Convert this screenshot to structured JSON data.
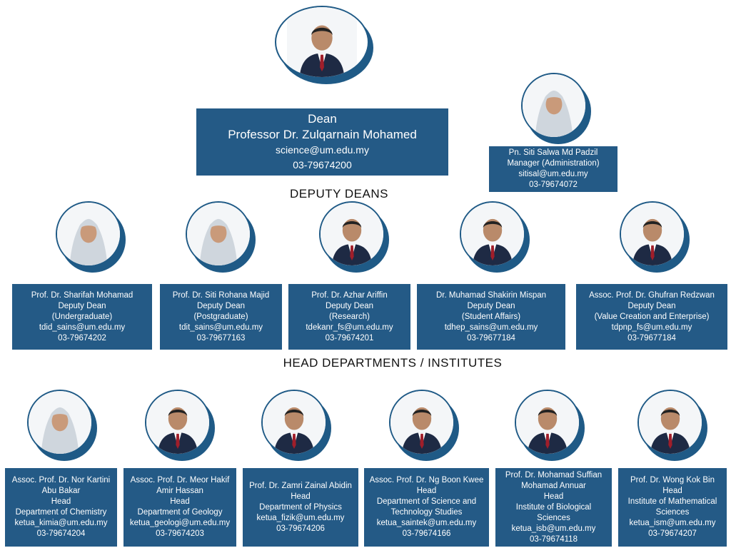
{
  "dean": {
    "title": "Dean",
    "name": "Professor Dr. Zulqarnain Mohamed",
    "email": "science@um.edu.my",
    "phone": "03-79674200"
  },
  "manager": {
    "name": "Pn. Siti Salwa Md Padzil",
    "role": "Manager (Administration)",
    "email": "sitisal@um.edu.my",
    "phone": "03-79674072"
  },
  "headings": {
    "deputy_deans": "DEPUTY DEANS",
    "heads": "HEAD DEPARTMENTS / INSTITUTES"
  },
  "deputy_deans": [
    {
      "name": "Prof. Dr. Sharifah Mohamad",
      "role": "Deputy Dean",
      "portfolio": "(Undergraduate)",
      "email": "tdid_sains@um.edu.my",
      "phone": "03-79674202"
    },
    {
      "name": "Prof. Dr. Siti Rohana Majid",
      "role": "Deputy Dean",
      "portfolio": "(Postgraduate)",
      "email": "tdit_sains@um.edu.my",
      "phone": "03-79677163"
    },
    {
      "name": "Prof. Dr. Azhar Ariffin",
      "role": "Deputy Dean",
      "portfolio": "(Research)",
      "email": "tdekanr_fs@um.edu.my",
      "phone": "03-79674201"
    },
    {
      "name": "Dr. Muhamad Shakirin Mispan",
      "role": "Deputy Dean",
      "portfolio": "(Student Affairs)",
      "email": "tdhep_sains@um.edu.my",
      "phone": "03-79677184"
    },
    {
      "name": "Assoc. Prof. Dr. Ghufran Redzwan",
      "role": "Deputy Dean",
      "portfolio": "(Value Creation and Enterprise)",
      "email": "tdpnp_fs@um.edu.my",
      "phone": "03-79677184"
    }
  ],
  "heads": [
    {
      "name": "Assoc. Prof. Dr. Nor Kartini",
      "name2": "Abu Bakar",
      "role": "Head",
      "unit": "Department of Chemistry",
      "unit2": "",
      "email": "ketua_kimia@um.edu.my",
      "phone": "03-79674204"
    },
    {
      "name": "Assoc. Prof. Dr. Meor Hakif",
      "name2": "Amir Hassan",
      "role": "Head",
      "unit": "Department of Geology",
      "unit2": "",
      "email": "ketua_geologi@um.edu.my",
      "phone": "03-79674203"
    },
    {
      "name": "Prof. Dr. Zamri Zainal Abidin",
      "name2": "",
      "role": "Head",
      "unit": "Department of Physics",
      "unit2": "",
      "email": "ketua_fizik@um.edu.my",
      "phone": "03-79674206"
    },
    {
      "name": "Assoc. Prof. Dr. Ng Boon Kwee",
      "name2": "",
      "role": "Head",
      "unit": "Department of Science and",
      "unit2": "Technology Studies",
      "email": "ketua_saintek@um.edu.my",
      "phone": "03-79674166"
    },
    {
      "name": "Prof. Dr. Mohamad Suffian",
      "name2": "Mohamad Annuar",
      "role": "Head",
      "unit": "Institute of Biological",
      "unit2": "Sciences",
      "email": "ketua_isb@um.edu.my",
      "phone": "03-79674118"
    },
    {
      "name": "Prof. Dr. Wong Kok Bin",
      "name2": "",
      "role": "Head",
      "unit": "Institute of Mathematical",
      "unit2": "Sciences",
      "email": "ketua_ism@um.edu.my",
      "phone": "03-79674207"
    }
  ],
  "colors": {
    "card": "#245a86",
    "ring": "#1f5a86",
    "text": "#ffffff"
  }
}
